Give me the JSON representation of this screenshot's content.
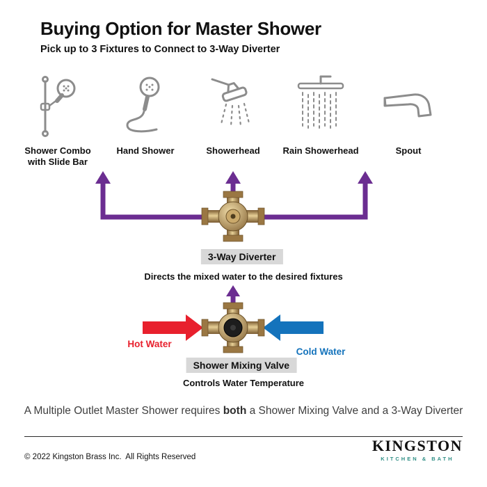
{
  "header": {
    "title": "Buying Option for Master Shower",
    "subtitle": "Pick up to 3 Fixtures to Connect to 3-Way Diverter"
  },
  "fixtures": [
    {
      "label": "Shower Combo with Slide Bar",
      "icon": "shower-combo-slide-bar-icon"
    },
    {
      "label": "Hand Shower",
      "icon": "hand-shower-icon"
    },
    {
      "label": "Showerhead",
      "icon": "showerhead-icon"
    },
    {
      "label": "Rain Showerhead",
      "icon": "rain-showerhead-icon"
    },
    {
      "label": "Spout",
      "icon": "spout-icon"
    }
  ],
  "diverter": {
    "label": "3-Way Diverter",
    "description": "Directs the mixed water to the desired fixtures"
  },
  "mixing_valve": {
    "label": "Shower Mixing Valve",
    "description": "Controls Water Temperature",
    "hot_water_label": "Hot Water",
    "cold_water_label": "Cold Water"
  },
  "summary": {
    "prefix": "A Multiple Outlet Master Shower requires ",
    "emphasis": "both",
    "suffix": " a Shower Mixing Valve and a 3-Way Diverter"
  },
  "footer": {
    "copyright": "© 2022 Kingston Brass Inc.  All Rights Reserved",
    "brand_name": "KINGSTON",
    "brand_tagline": "KITCHEN & BATH"
  },
  "colors": {
    "purple_arrow": "#6B2D91",
    "hot_red": "#E8202D",
    "cold_blue": "#1473BC",
    "label_background": "#D8D8D8",
    "icon_gray": "#8C8C8C",
    "brand_teal": "#2F8E85"
  }
}
